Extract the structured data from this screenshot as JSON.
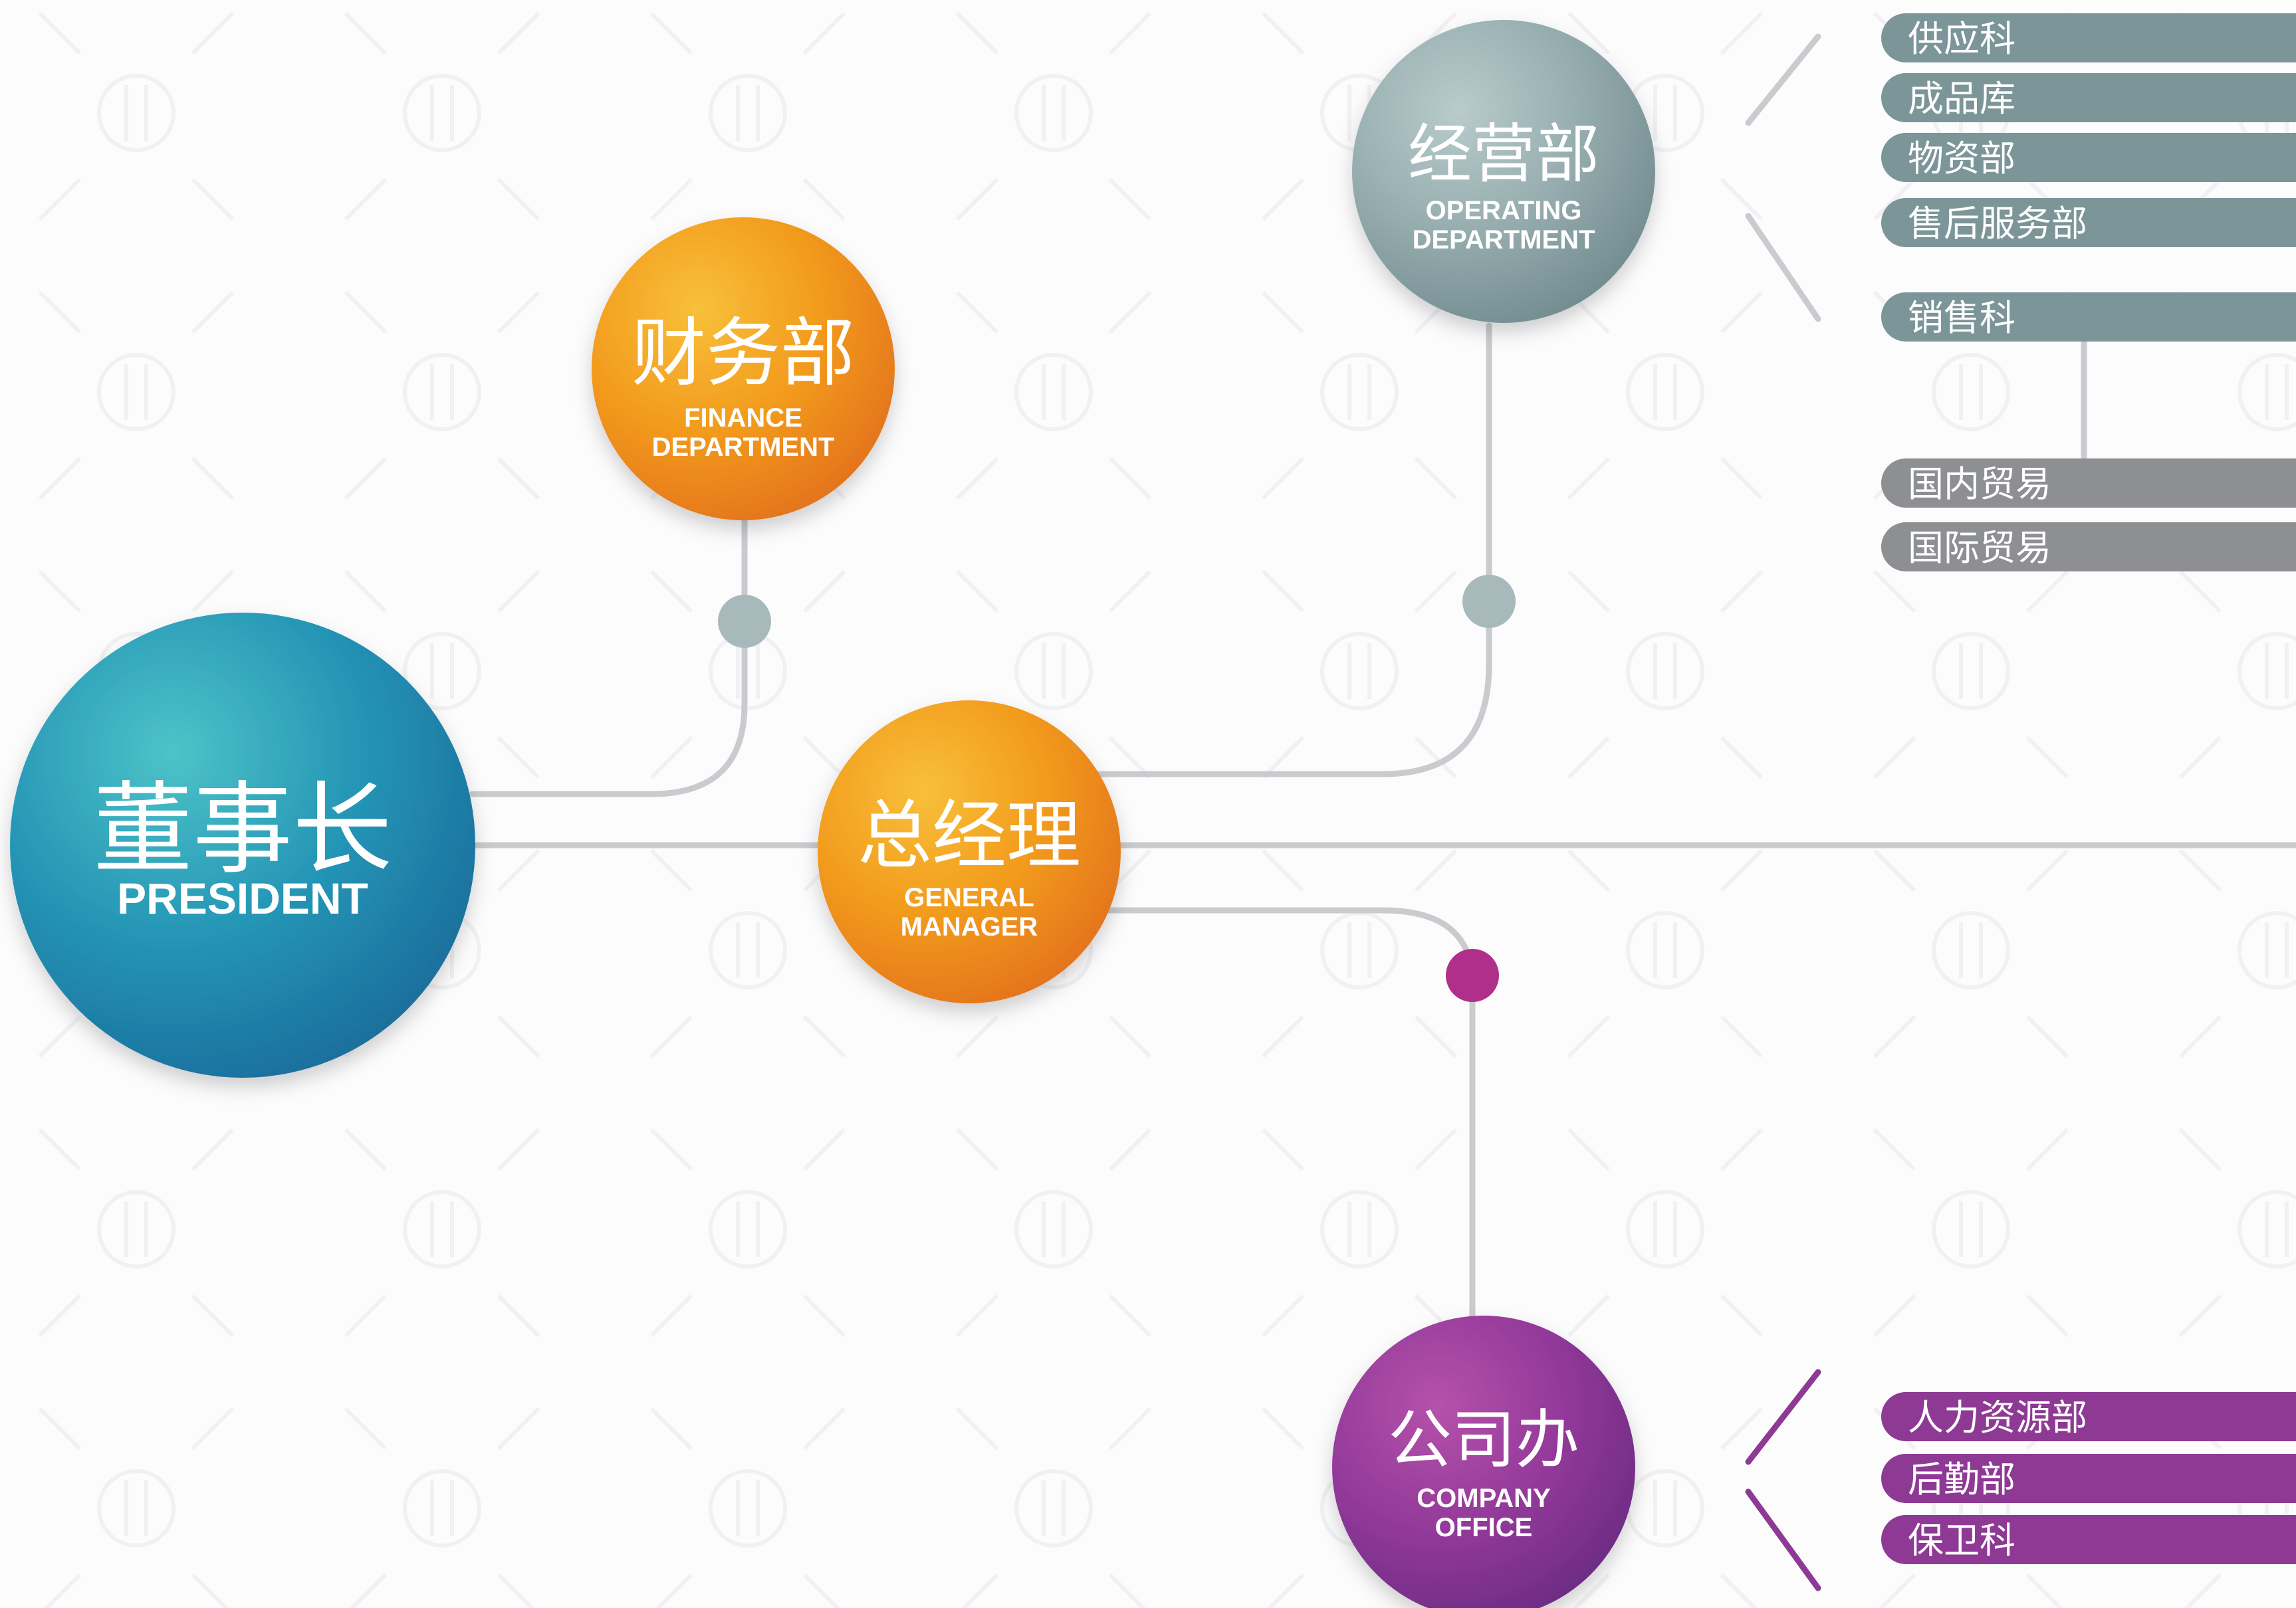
{
  "colors": {
    "connector_gray": "#c9cbcf",
    "dot_gray": "#a8b9bc",
    "dot_magenta": "#b02f8a",
    "president": "#1f8fb0",
    "finance": "#f08c1a",
    "general_manager": "#f08c1a",
    "operating": "#8fa6a8",
    "office": "#8e3a95",
    "tag_teal": "#7c9599",
    "tag_gray": "#8d8f92",
    "tag_purple": "#8e3a95"
  },
  "nodes": {
    "president": {
      "cn": "董事长",
      "en1": "PRESIDENT",
      "en2": ""
    },
    "finance": {
      "cn": "财务部",
      "en1": "FINANCE",
      "en2": "DEPARTMENT"
    },
    "general_manager": {
      "cn": "总经理",
      "en1": "GENERAL",
      "en2": "MANAGER"
    },
    "operating": {
      "cn": "经营部",
      "en1": "OPERATING",
      "en2": "DEPARTMENT"
    },
    "office": {
      "cn": "公司办",
      "en1": "COMPANY",
      "en2": "OFFICE"
    }
  },
  "operating_units": [
    "供应科",
    "成品库",
    "物资部",
    "售后服务部",
    "销售科"
  ],
  "sales_units": [
    "国内贸易",
    "国际贸易"
  ],
  "office_units": [
    "人力资源部",
    "后勤部",
    "保卫科"
  ]
}
